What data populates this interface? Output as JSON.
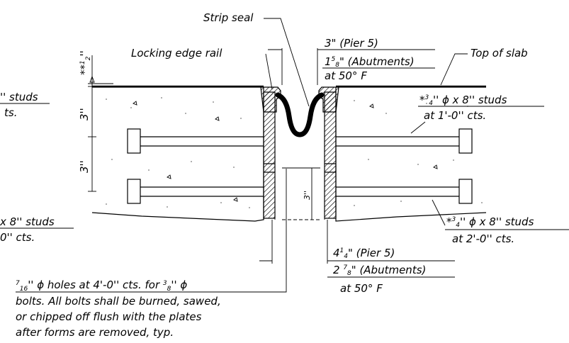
{
  "labels": {
    "strip_seal": "Strip seal",
    "locking_edge_rail": "Locking edge rail",
    "top_of_slab": "Top of slab",
    "gap_pier": "3\" (Pier 5)",
    "gap_abutments_whole": "1",
    "gap_abutments_frac_num": "5",
    "gap_abutments_frac_den": "8",
    "gap_abutments_rest": "\" (Abutments)",
    "gap_temp": "at 50° F",
    "top_dim_prefix": "**",
    "top_dim_num": "1",
    "top_dim_den": "2",
    "top_dim_unit": "''",
    "dim_3_upper": "3''",
    "dim_3_lower": "3''",
    "dim_3_center": "3''",
    "left_studs_top": "'' studs",
    "left_studs_top_cts": "ts.",
    "left_studs_bottom": "x 8'' studs",
    "left_studs_bottom_cts": "0'' cts.",
    "right_studs_top_prefix": "*",
    "right_studs_top_num": "3",
    "right_studs_top_den": "4",
    "right_studs_top_rest": "'' ϕ x 8'' studs",
    "right_studs_top_cts": "at 1'-0'' cts.",
    "right_studs_bottom_prefix": "*",
    "right_studs_bottom_num": "3",
    "right_studs_bottom_den": "4",
    "right_studs_bottom_rest": "'' ϕ x 8'' studs",
    "right_studs_bottom_cts": "at 2'-0'' cts.",
    "bottom_pier_whole": "4",
    "bottom_pier_num": "1",
    "bottom_pier_den": "4",
    "bottom_pier_rest": "\" (Pier 5)",
    "bottom_abut_whole": "2 ",
    "bottom_abut_num": "7",
    "bottom_abut_den": "8",
    "bottom_abut_rest": "\" (Abutments)",
    "bottom_temp": "at 50° F",
    "holes_num": "7",
    "holes_den": "16",
    "holes_mid": "'' ϕ holes at 4'-0'' cts. for ",
    "holes_num2": "3",
    "holes_den2": "8",
    "holes_end": "'' ϕ",
    "note_line_2": "bolts. All bolts shall be burned, sawed,",
    "note_line_3": "or chipped off flush with the plates",
    "note_line_4": "after forms are removed, typ."
  }
}
